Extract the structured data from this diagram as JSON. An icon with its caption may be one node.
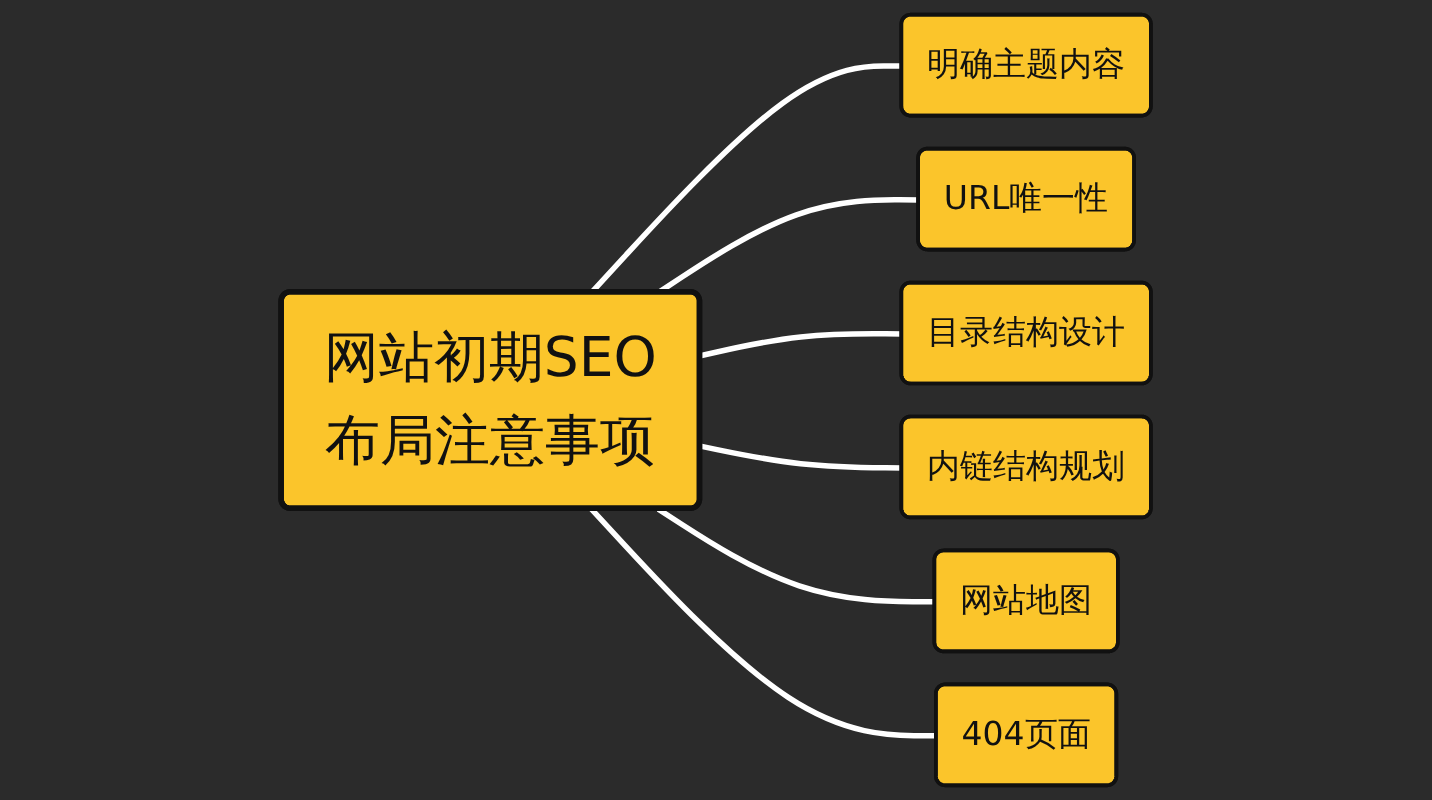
{
  "diagram": {
    "nodes": [
      {
        "text": [
          "网站初期SEO布局注意事项"
        ]
      },
      {
        "text": [
          "明确主题内容"
        ]
      },
      {
        "text": [
          "URL唯一性"
        ]
      },
      {
        "text": [
          "目录结构设计"
        ]
      },
      {
        "text": [
          "内链结构规划"
        ]
      },
      {
        "text": [
          "网站地图"
        ]
      },
      {
        "text": [
          "404页面"
        ]
      }
    ],
    "edges": [
      {
        "from": 0,
        "to": 1,
        "arrow": "none"
      },
      {
        "from": 0,
        "to": 2,
        "arrow": "none"
      },
      {
        "from": 0,
        "to": 3,
        "arrow": "none"
      },
      {
        "from": 0,
        "to": 4,
        "arrow": "none"
      },
      {
        "from": 0,
        "to": 5,
        "arrow": "none"
      },
      {
        "from": 0,
        "to": 6,
        "arrow": "none"
      }
    ]
  }
}
